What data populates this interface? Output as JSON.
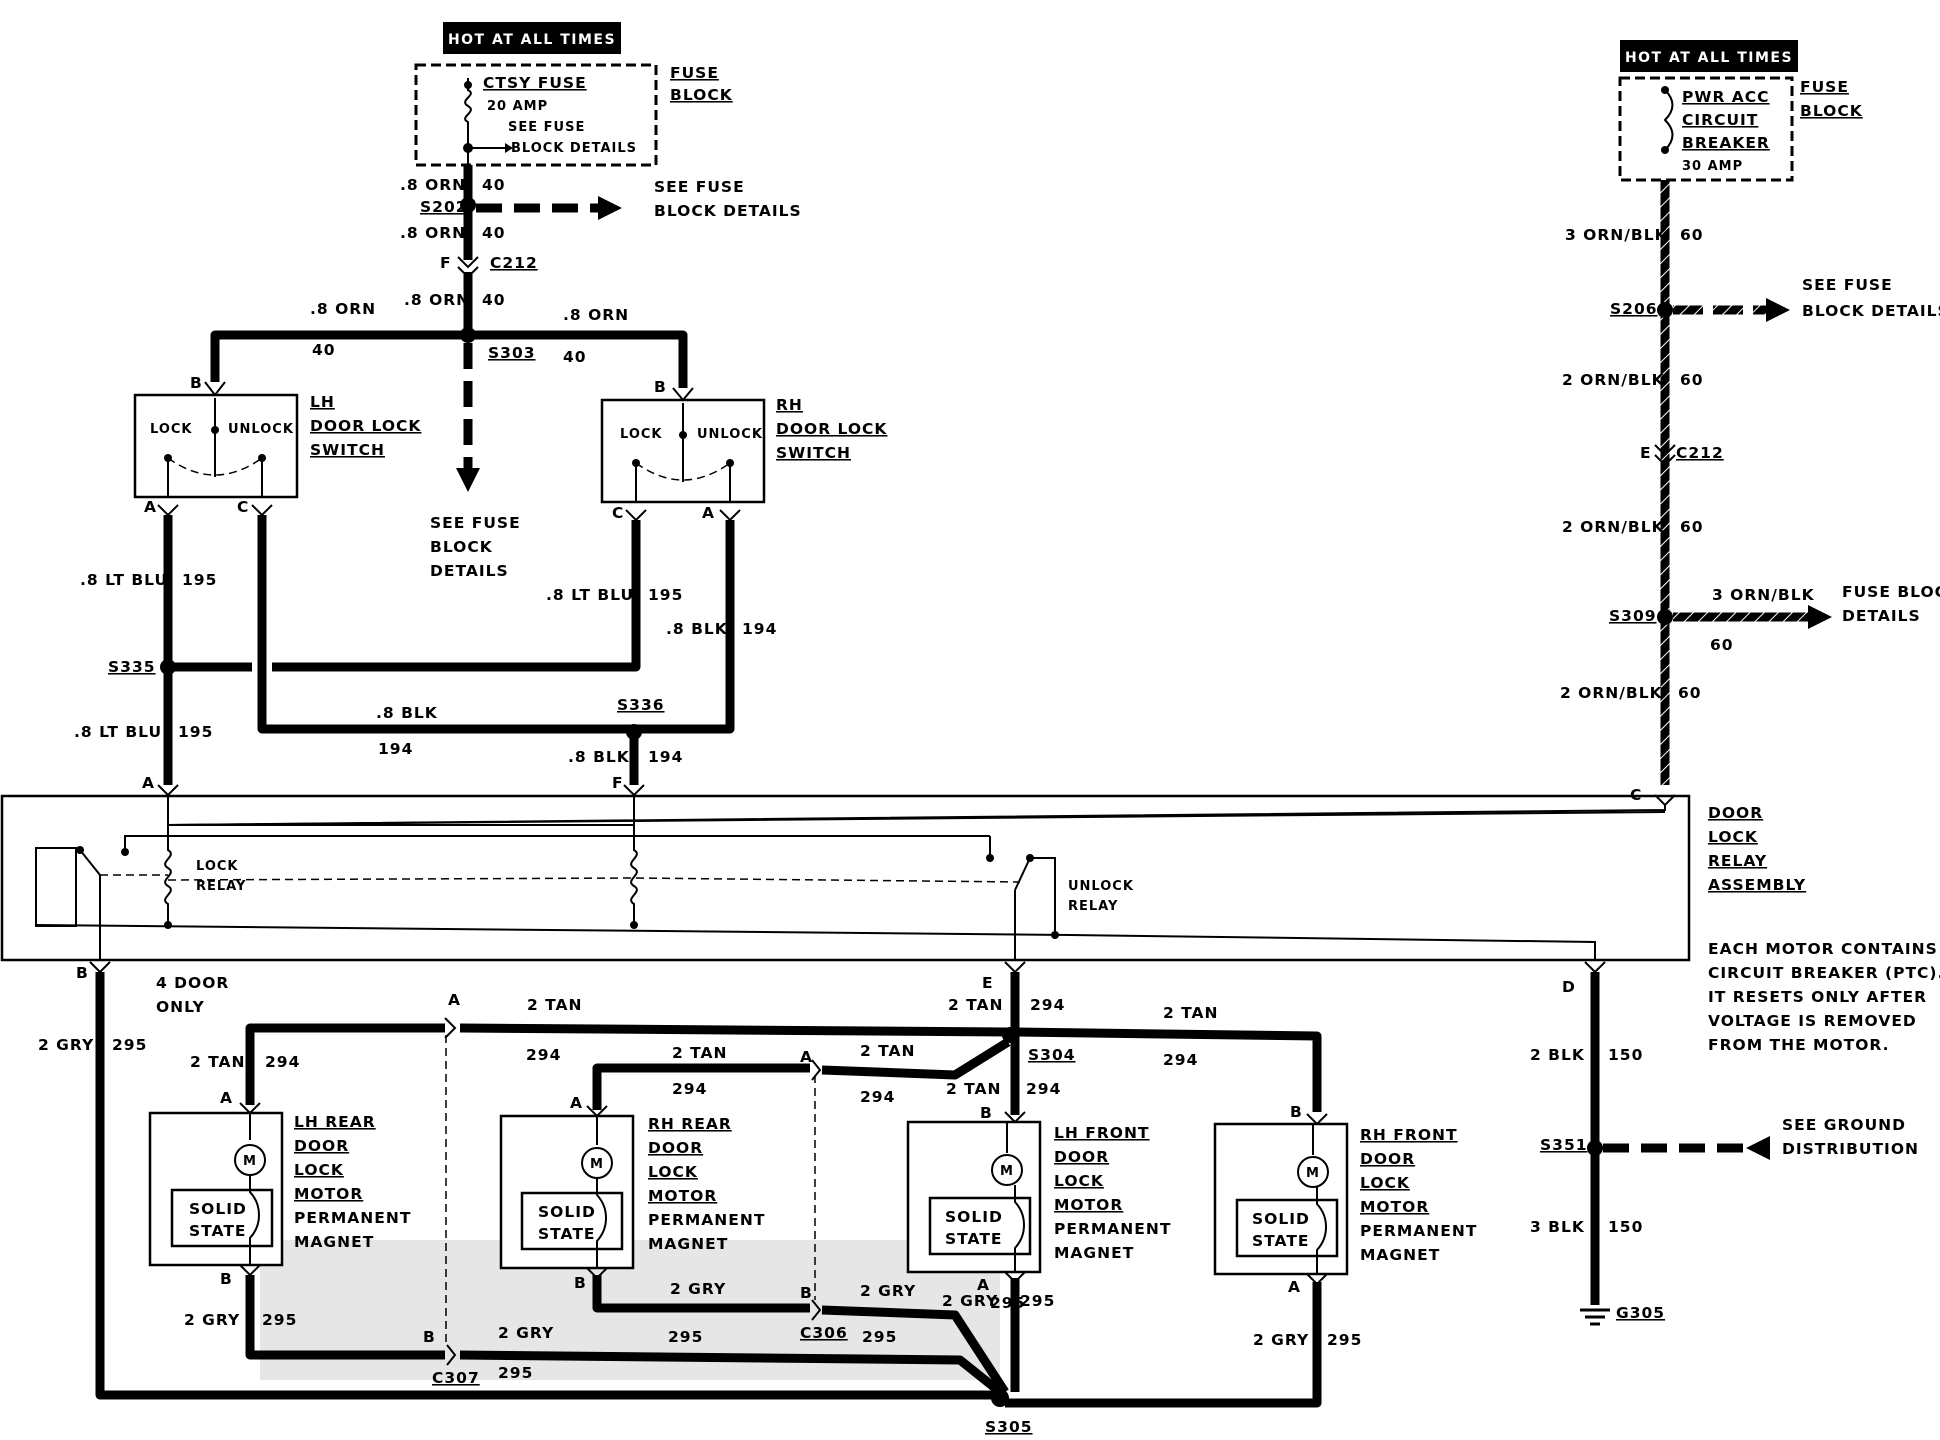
{
  "header": {
    "hot_left": "HOT AT ALL TIMES",
    "hot_right": "HOT AT ALL TIMES"
  },
  "fuse_block_left": {
    "label": "FUSE",
    "label2": "BLOCK",
    "fuse_name": "CTSY FUSE",
    "fuse_amp": "20 AMP",
    "see_fuse_1": "SEE FUSE",
    "see_fuse_2": "BLOCK DETAILS"
  },
  "fuse_block_right": {
    "label": "FUSE",
    "label2": "BLOCK",
    "breaker_1": "PWR ACC",
    "breaker_2": "CIRCUIT",
    "breaker_3": "BREAKER",
    "breaker_amp": "30 AMP"
  },
  "left_feed": {
    "w1": ".8 ORN",
    "c1": "40",
    "s202": "S202",
    "w2": ".8 ORN",
    "c2": "40",
    "see1": "SEE FUSE",
    "see2": "BLOCK DETAILS",
    "conn_f": "F",
    "c212": "C212",
    "w3": ".8 ORN",
    "c3": "40",
    "w_left": ".8 ORN",
    "c_left": "40",
    "w_right": ".8 ORN",
    "c_right": "40",
    "s303": "S303",
    "see_down_1": "SEE FUSE",
    "see_down_2": "BLOCK",
    "see_down_3": "DETAILS"
  },
  "lh_switch": {
    "pin_b": "B",
    "lock": "LOCK",
    "unlock": "UNLOCK",
    "name1": "LH",
    "name2": "DOOR LOCK",
    "name3": "SWITCH",
    "pin_a": "A",
    "pin_c": "C"
  },
  "rh_switch": {
    "pin_b": "B",
    "lock": "LOCK",
    "unlock": "UNLOCK",
    "name1": "RH",
    "name2": "DOOR LOCK",
    "name3": "SWITCH",
    "pin_c": "C",
    "pin_a": "A"
  },
  "mid_wires": {
    "w_lh_a": ".8 LT BLU",
    "c_lh_a": "195",
    "s335": "S335",
    "w_lh_a2": ".8 LT BLU",
    "c_lh_a2": "195",
    "w_rh_c": ".8 LT BLU",
    "c_rh_c": "195",
    "w_rh_a": ".8 BLK",
    "c_rh_a": "194",
    "w_blk_h": ".8 BLK",
    "c_blk_h": "194",
    "s336": "S336",
    "w_blk_f": ".8 BLK",
    "c_blk_f": "194",
    "pin_a": "A",
    "pin_f": "F"
  },
  "right_feed": {
    "w1": "3 ORN/BLK",
    "c1": "60",
    "s206": "S206",
    "see1": "SEE FUSE",
    "see2": "BLOCK DETAILS",
    "w2": "2 ORN/BLK",
    "c2": "60",
    "conn_e": "E",
    "c212": "C212",
    "w3": "2 ORN/BLK",
    "c3": "60",
    "s309": "S309",
    "w_branch": "3 ORN/BLK",
    "c_branch": "60",
    "fb1": "FUSE BLOCK",
    "fb2": "DETAILS",
    "w4": "2 ORN/BLK",
    "c4": "60",
    "pin_c": "C"
  },
  "relay": {
    "lock_1": "LOCK",
    "lock_2": "RELAY",
    "unlock_1": "UNLOCK",
    "unlock_2": "RELAY",
    "asm_1": "DOOR",
    "asm_2": "LOCK",
    "asm_3": "RELAY",
    "asm_4": "ASSEMBLY",
    "pin_b": "B",
    "pin_e": "E",
    "pin_d": "D"
  },
  "note": {
    "l1": "EACH MOTOR CONTAINS A",
    "l2": "CIRCUIT BREAKER (PTC).",
    "l3": "IT RESETS ONLY AFTER",
    "l4": "VOLTAGE IS REMOVED",
    "l5": "FROM THE MOTOR."
  },
  "lower": {
    "four_door_1": "4 DOOR",
    "four_door_2": "ONLY",
    "w_gry_left": "2 GRY",
    "c_gry_left": "295",
    "pin_a_top": "A",
    "w_tan_top": "2 TAN",
    "c_tan_top": "294",
    "w_tan_lhr": "2 TAN",
    "c_tan_lhr": "294",
    "w_tan_mid": "2 TAN",
    "c_tan_mid": "294",
    "pin_a_mid": "A",
    "w_tan_mid2": "2 TAN",
    "c_tan_mid2": "294",
    "w_tan_e": "2 TAN",
    "c_tan_e": "294",
    "pin_e": "E",
    "s304": "S304",
    "w_tan_lhf": "2 TAN",
    "c_tan_lhf": "294",
    "w_tan_right": "2 TAN",
    "c_tan_right": "294",
    "w_gry_lhr": "2 GRY",
    "c_gry_lhr": "295",
    "pin_b_c307": "B",
    "w_gry_c307": "2 GRY",
    "c_gry_c307": "295",
    "c307": "C307",
    "c_gry_c307b": "295",
    "w_gry_rhr": "2 GRY",
    "c_gry_rhr": "295",
    "pin_b_c306": "B",
    "w_gry_c306": "2 GRY",
    "c306": "C306",
    "c_gry_c306": "295",
    "w_gry_lhf": "2 GRY",
    "c_gry_lhf": "295",
    "pin_a_lhf": "A",
    "w_gry_rhf": "2 GRY",
    "c_gry_rhf": "295",
    "s305": "S305",
    "w_blk1": "2 BLK",
    "c_blk1": "150",
    "s351": "S351",
    "see_gnd_1": "SEE GROUND",
    "see_gnd_2": "DISTRIBUTION",
    "w_blk2": "3 BLK",
    "c_blk2": "150",
    "g305": "G305"
  },
  "motors": [
    {
      "n1": "LH REAR",
      "n2": "DOOR",
      "n3": "LOCK",
      "n4": "MOTOR",
      "n5": "PERMANENT",
      "n6": "MAGNET",
      "ss1": "SOLID",
      "ss2": "STATE",
      "m": "M",
      "pa": "A",
      "pb": "B"
    },
    {
      "n1": "RH REAR",
      "n2": "DOOR",
      "n3": "LOCK",
      "n4": "MOTOR",
      "n5": "PERMANENT",
      "n6": "MAGNET",
      "ss1": "SOLID",
      "ss2": "STATE",
      "m": "M",
      "pa": "A",
      "pb": "B"
    },
    {
      "n1": "LH FRONT",
      "n2": "DOOR",
      "n3": "LOCK",
      "n4": "MOTOR",
      "n5": "PERMANENT",
      "n6": "MAGNET",
      "ss1": "SOLID",
      "ss2": "STATE",
      "m": "M",
      "pa": "A",
      "pb": "B"
    },
    {
      "n1": "RH FRONT",
      "n2": "DOOR",
      "n3": "LOCK",
      "n4": "MOTOR",
      "n5": "PERMANENT",
      "n6": "MAGNET",
      "ss1": "SOLID",
      "ss2": "STATE",
      "m": "M",
      "pa": "A",
      "pb": "B"
    }
  ]
}
